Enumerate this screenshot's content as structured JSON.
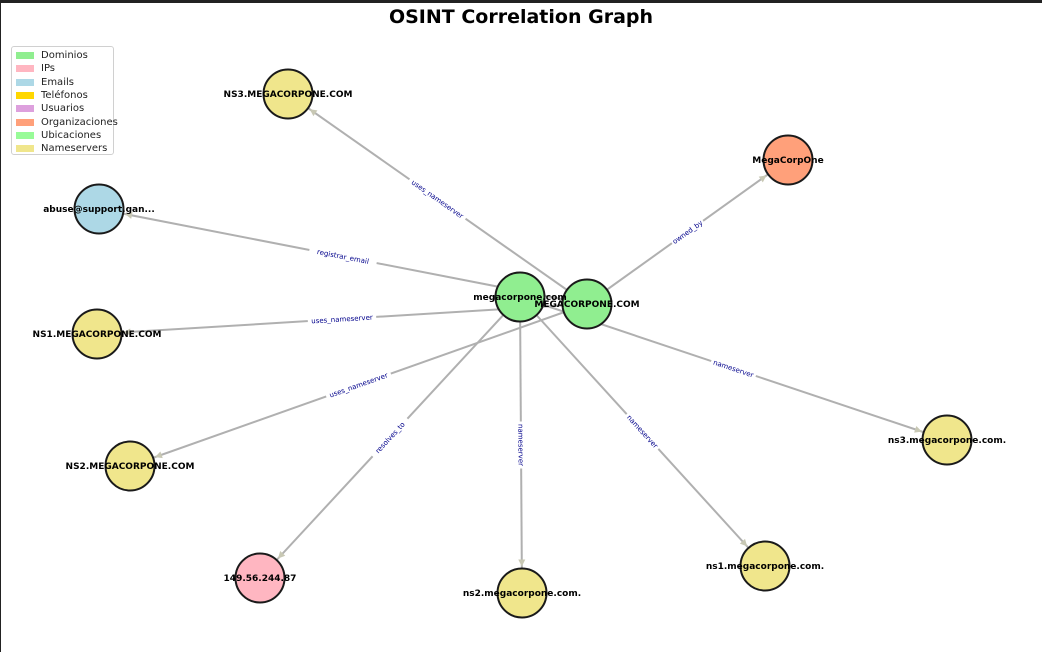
{
  "title": "OSINT Correlation Graph",
  "legend": [
    {
      "label": "Dominios",
      "color": "#90ee90"
    },
    {
      "label": "IPs",
      "color": "#ffb6c1"
    },
    {
      "label": "Emails",
      "color": "#add8e6"
    },
    {
      "label": "Teléfonos",
      "color": "#ffd700"
    },
    {
      "label": "Usuarios",
      "color": "#dda0dd"
    },
    {
      "label": "Organizaciones",
      "color": "#ffa07a"
    },
    {
      "label": "Ubicaciones",
      "color": "#98fb98"
    },
    {
      "label": "Nameservers",
      "color": "#f0e68c"
    }
  ],
  "nodes": [
    {
      "id": "dom-lower",
      "label": "megacorpone.com",
      "type": "Dominios",
      "color": "#90ee90"
    },
    {
      "id": "dom-upper",
      "label": "MEGACORPONE.COM",
      "type": "Dominios",
      "color": "#90ee90"
    },
    {
      "id": "ns3-upper",
      "label": "NS3.MEGACORPONE.COM",
      "type": "Nameservers",
      "color": "#f0e68c"
    },
    {
      "id": "email",
      "label": "abuse@support.gan...",
      "type": "Emails",
      "color": "#add8e6"
    },
    {
      "id": "ns1-upper",
      "label": "NS1.MEGACORPONE.COM",
      "type": "Nameservers",
      "color": "#f0e68c"
    },
    {
      "id": "ns2-upper",
      "label": "NS2.MEGACORPONE.COM",
      "type": "Nameservers",
      "color": "#f0e68c"
    },
    {
      "id": "ip",
      "label": "149.56.244.87",
      "type": "IPs",
      "color": "#ffb6c1"
    },
    {
      "id": "ns2-lower",
      "label": "ns2.megacorpone.com.",
      "type": "Nameservers",
      "color": "#f0e68c"
    },
    {
      "id": "ns1-lower",
      "label": "ns1.megacorpone.com.",
      "type": "Nameservers",
      "color": "#f0e68c"
    },
    {
      "id": "ns3-lower",
      "label": "ns3.megacorpone.com.",
      "type": "Nameservers",
      "color": "#f0e68c"
    },
    {
      "id": "org",
      "label": "MegaCorpOne",
      "type": "Organizaciones",
      "color": "#ffa07a"
    }
  ],
  "edges": [
    {
      "from": "dom-upper",
      "to": "ns3-upper",
      "label": "uses_nameserver"
    },
    {
      "from": "dom-upper",
      "to": "email",
      "label": "registrar_email"
    },
    {
      "from": "dom-upper",
      "to": "ns1-upper",
      "label": "uses_nameserver"
    },
    {
      "from": "dom-upper",
      "to": "ns2-upper",
      "label": "uses_nameserver"
    },
    {
      "from": "dom-upper",
      "to": "org",
      "label": "owned_by"
    },
    {
      "from": "dom-lower",
      "to": "ip",
      "label": "resolves_to"
    },
    {
      "from": "dom-lower",
      "to": "ns2-lower",
      "label": "nameserver"
    },
    {
      "from": "dom-lower",
      "to": "ns1-lower",
      "label": "nameserver"
    },
    {
      "from": "dom-lower",
      "to": "ns3-lower",
      "label": "nameserver"
    }
  ],
  "edge_color": "#b0b0b0",
  "edge_label_color": "#00008b"
}
